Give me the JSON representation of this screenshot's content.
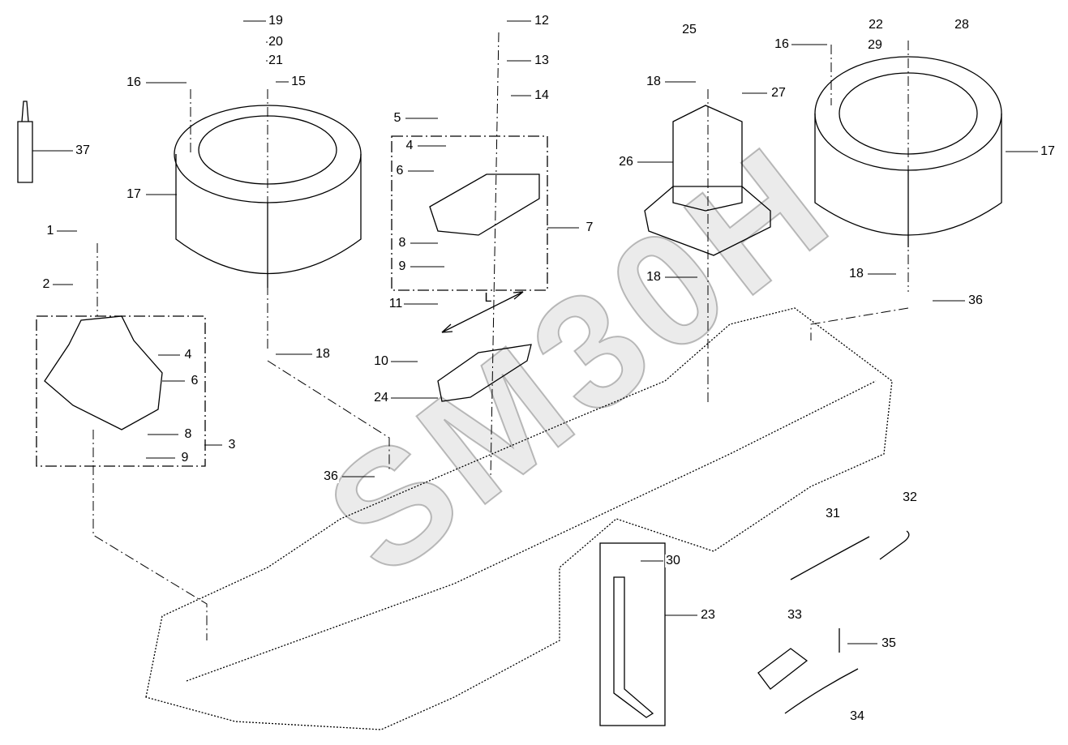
{
  "diagram": {
    "watermark": "SM30H",
    "callouts": [
      "19",
      "20",
      "21",
      "15",
      "16",
      "17",
      "37",
      "1",
      "2",
      "4",
      "6",
      "8",
      "9",
      "3",
      "18",
      "12",
      "13",
      "14",
      "5",
      "4",
      "6",
      "7",
      "8",
      "9",
      "11",
      "10",
      "24",
      "36",
      "25",
      "18",
      "27",
      "26",
      "18",
      "22",
      "28",
      "16",
      "29",
      "17",
      "18",
      "36",
      "31",
      "32",
      "30",
      "23",
      "33",
      "35",
      "34"
    ],
    "dimension_label": "L"
  }
}
